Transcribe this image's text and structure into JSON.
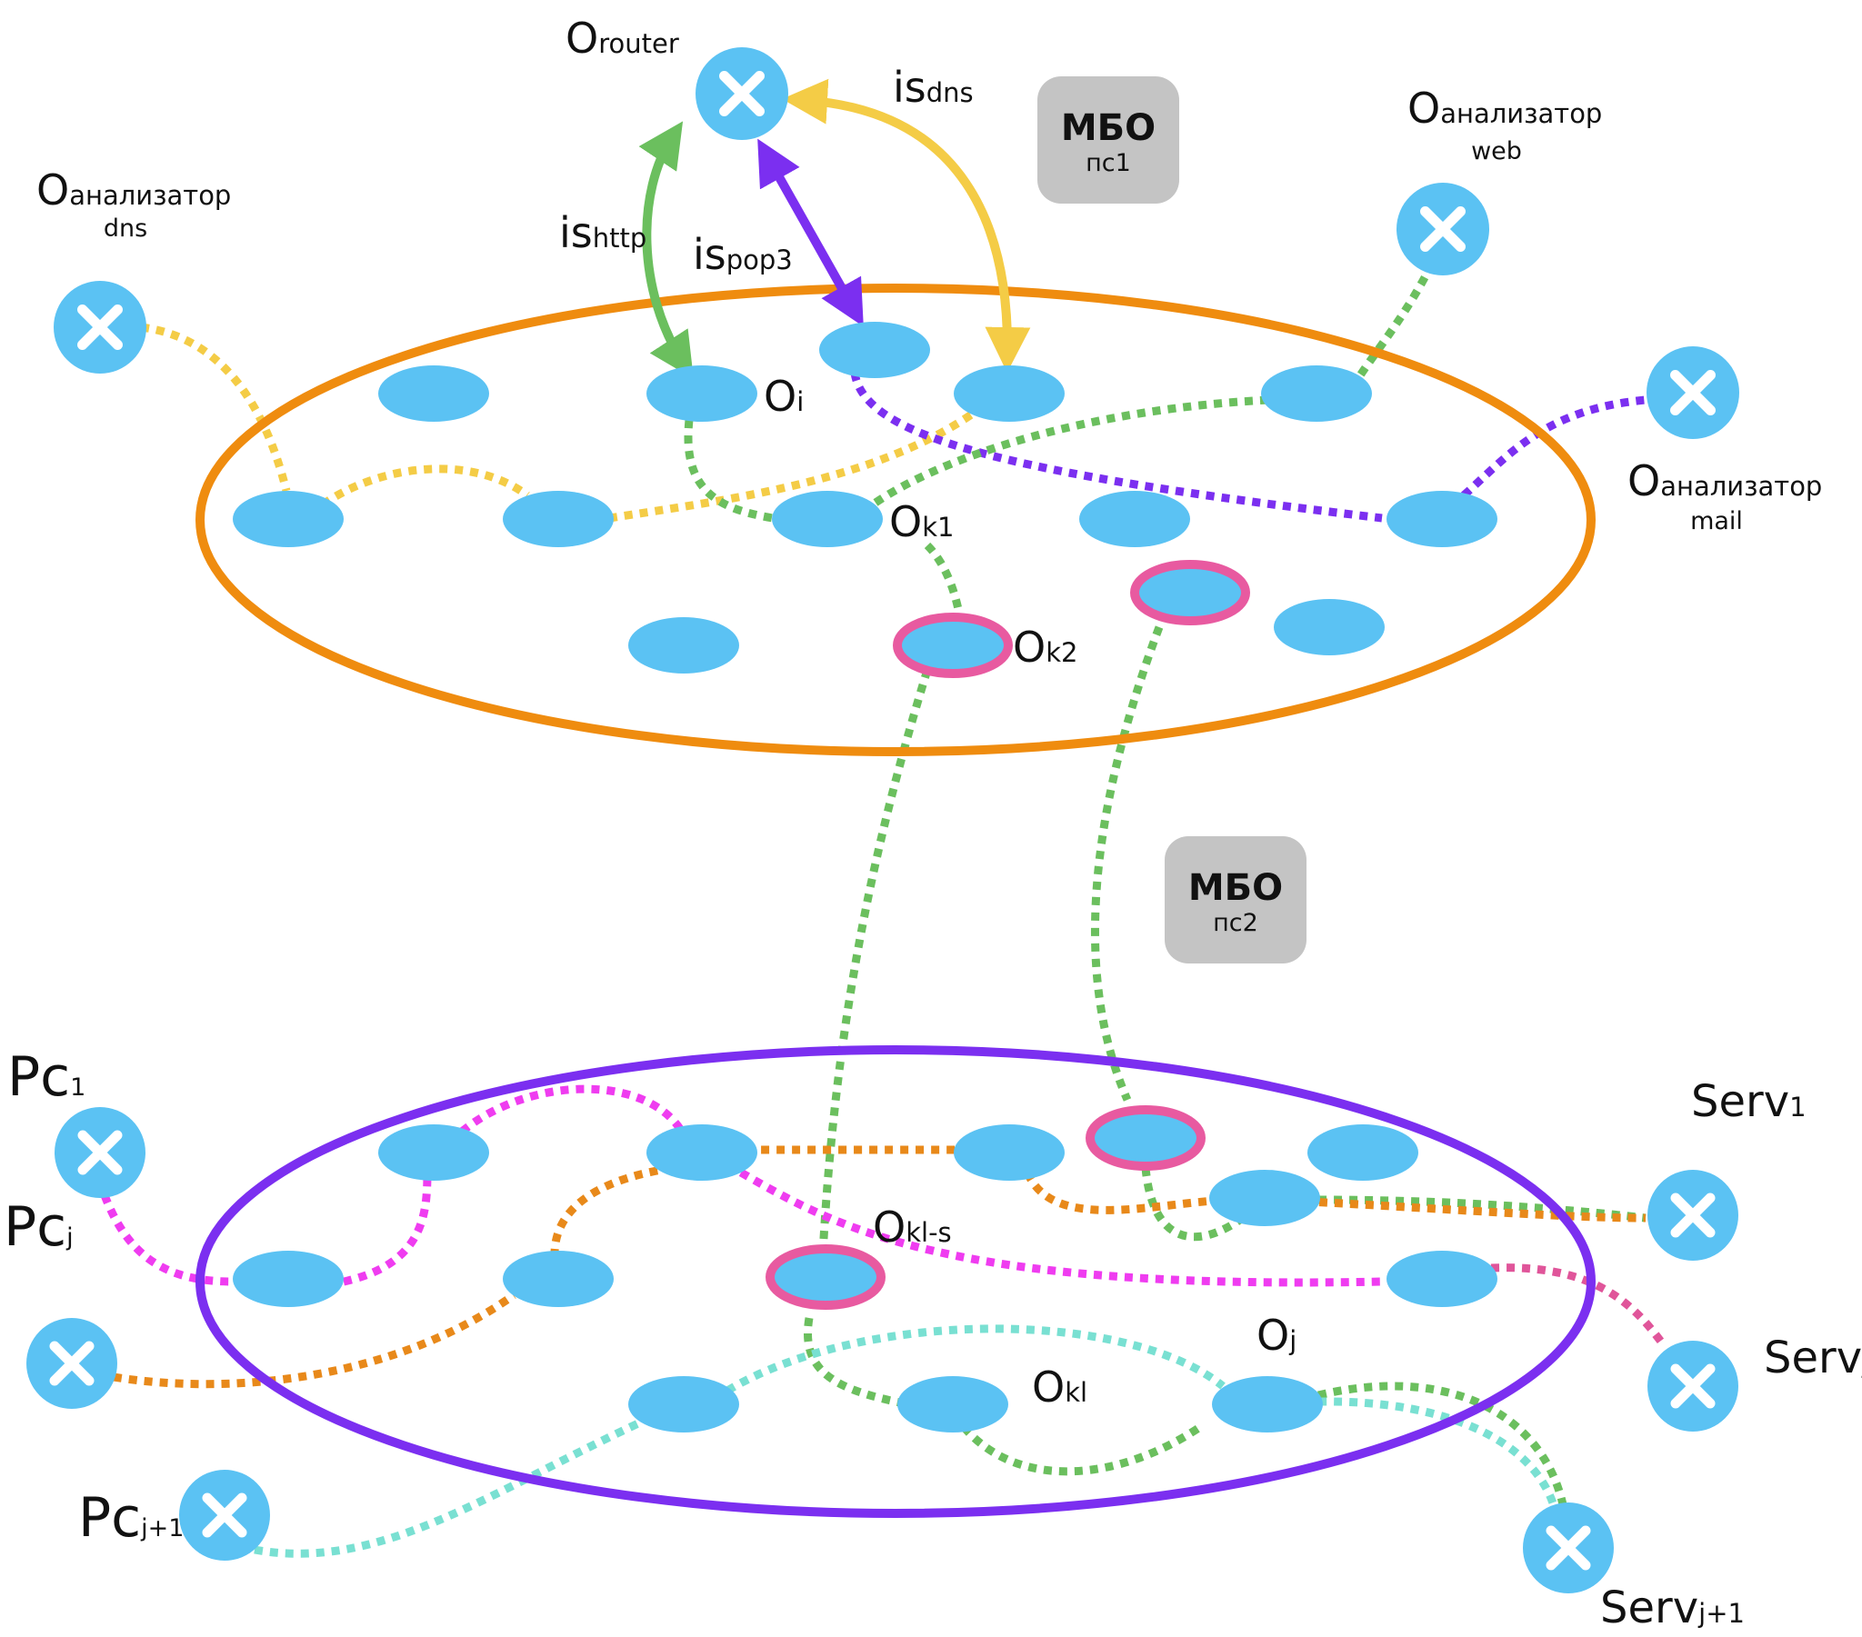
{
  "colors": {
    "node": "#5bc2f3",
    "terminal": "#5bc2f3",
    "upper_ellipse": "#ef8c0f",
    "lower_ellipse": "#7b2ff0",
    "highlight_ring": "#e85aa0",
    "box": "#c4c4c4",
    "green": "#6bbf5e",
    "yellow": "#f4cc46",
    "purple": "#7b2ff0",
    "orange": "#e8891a",
    "magenta": "#ef3cf0",
    "cyan": "#79e0d2",
    "pink": "#e0559a"
  },
  "icons": {
    "terminal": "close-x-icon"
  },
  "boxes": [
    {
      "title": "МБО",
      "sub": "пс1"
    },
    {
      "title": "МБО",
      "sub": "пс2"
    }
  ],
  "labels": {
    "router": {
      "main": "O",
      "sub": "router"
    },
    "an_dns": {
      "main": "O",
      "sub": "анализатор",
      "sub2": "dns"
    },
    "an_web": {
      "main": "O",
      "sub": "анализатор",
      "sub2": "web"
    },
    "an_mail": {
      "main": "O",
      "sub": "анализатор",
      "sub2": "mail"
    },
    "is_dns": {
      "main": "is",
      "sub": "dns"
    },
    "is_http": {
      "main": "is",
      "sub": "http"
    },
    "is_pop3": {
      "main": "is",
      "sub": "pop3"
    },
    "o_i": {
      "main": "O",
      "sub": "i"
    },
    "o_k1": {
      "main": "O",
      "sub": "k1"
    },
    "o_k2": {
      "main": "O",
      "sub": "k2"
    },
    "o_kl_s": {
      "main": "O",
      "sub": "kl-s"
    },
    "o_j": {
      "main": "O",
      "sub": "j"
    },
    "o_kl": {
      "main": "O",
      "sub": "kl"
    },
    "pc1": {
      "main": "Pc",
      "sub": "1"
    },
    "pcj": {
      "main": "Pc",
      "sub": "j"
    },
    "pcj1": {
      "main": "Pc",
      "sub": "j+1"
    },
    "serv1": {
      "main": "Serv",
      "sub": "1"
    },
    "servj": {
      "main": "Serv",
      "sub": "j"
    },
    "servj1": {
      "main": "Serv",
      "sub": "j+1"
    }
  }
}
